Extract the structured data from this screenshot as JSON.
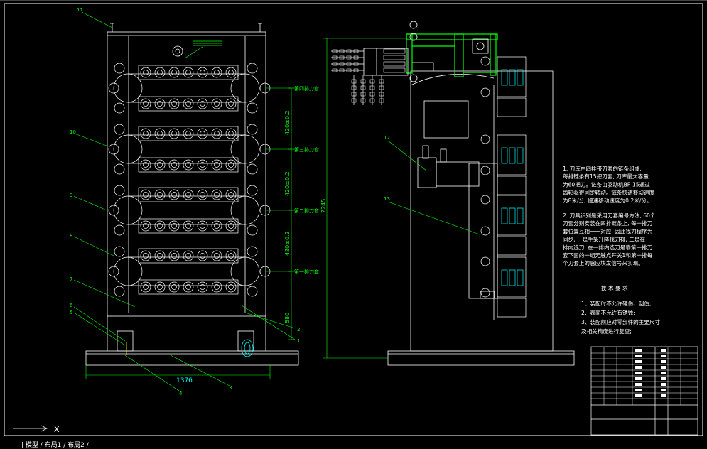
{
  "colors": {
    "background": "#000000",
    "outline": "#ffffff",
    "dimension": "#00ff00",
    "accent": "#00ffff",
    "highlight": "#00ff00"
  },
  "dimensions": {
    "width": "1376",
    "height": "2245",
    "pitch1": "420±0.2",
    "pitch2": "420±0.2",
    "pitch3": "420±0.2",
    "base": "580"
  },
  "chain_labels": [
    "第四排刀套",
    "第三排刀套",
    "第二排刀套",
    "第一排刀套"
  ],
  "callouts": [
    "11",
    "10",
    "9",
    "8",
    "7",
    "6",
    "5",
    "4",
    "3",
    "2",
    "1",
    "12",
    "13"
  ],
  "notes": [
    "1. 刀库由四排带刀套的链条组成,",
    "每排链条有15把刀套, 刀库最大容量",
    "为60把刀。链条由驱动机BF-15通过",
    "齿轮驱得同步转动。链条快速移动速度",
    "为8米/分, 慢速移动速度为0.2米/分。",
    "2. 刀具识别是采用刀套编号方法, 60个",
    "刀套分别安装在四排链条上, 每一排刀",
    "套位置互相一一对应, 因此找刀程序为",
    "同步, 一是手架升降找刀排, 二是在一",
    "排内选刀, 在一排内选刀是靠第一排刀",
    "套下面的一组无触点开关1和第一排每",
    "个刀套上的感应块发信号来实现。"
  ],
  "requirements": {
    "title": "技 术 要 求",
    "items": [
      "1、装配时不允许磕伤、刮伤;",
      "2、表面不允许有锈蚀;",
      "3、装配前应对零部件的主要尺寸",
      "及相关精度进行复查;"
    ]
  },
  "ucs_label": "X",
  "command_line": "  | 模型 / 布局1 / 布局2 /"
}
